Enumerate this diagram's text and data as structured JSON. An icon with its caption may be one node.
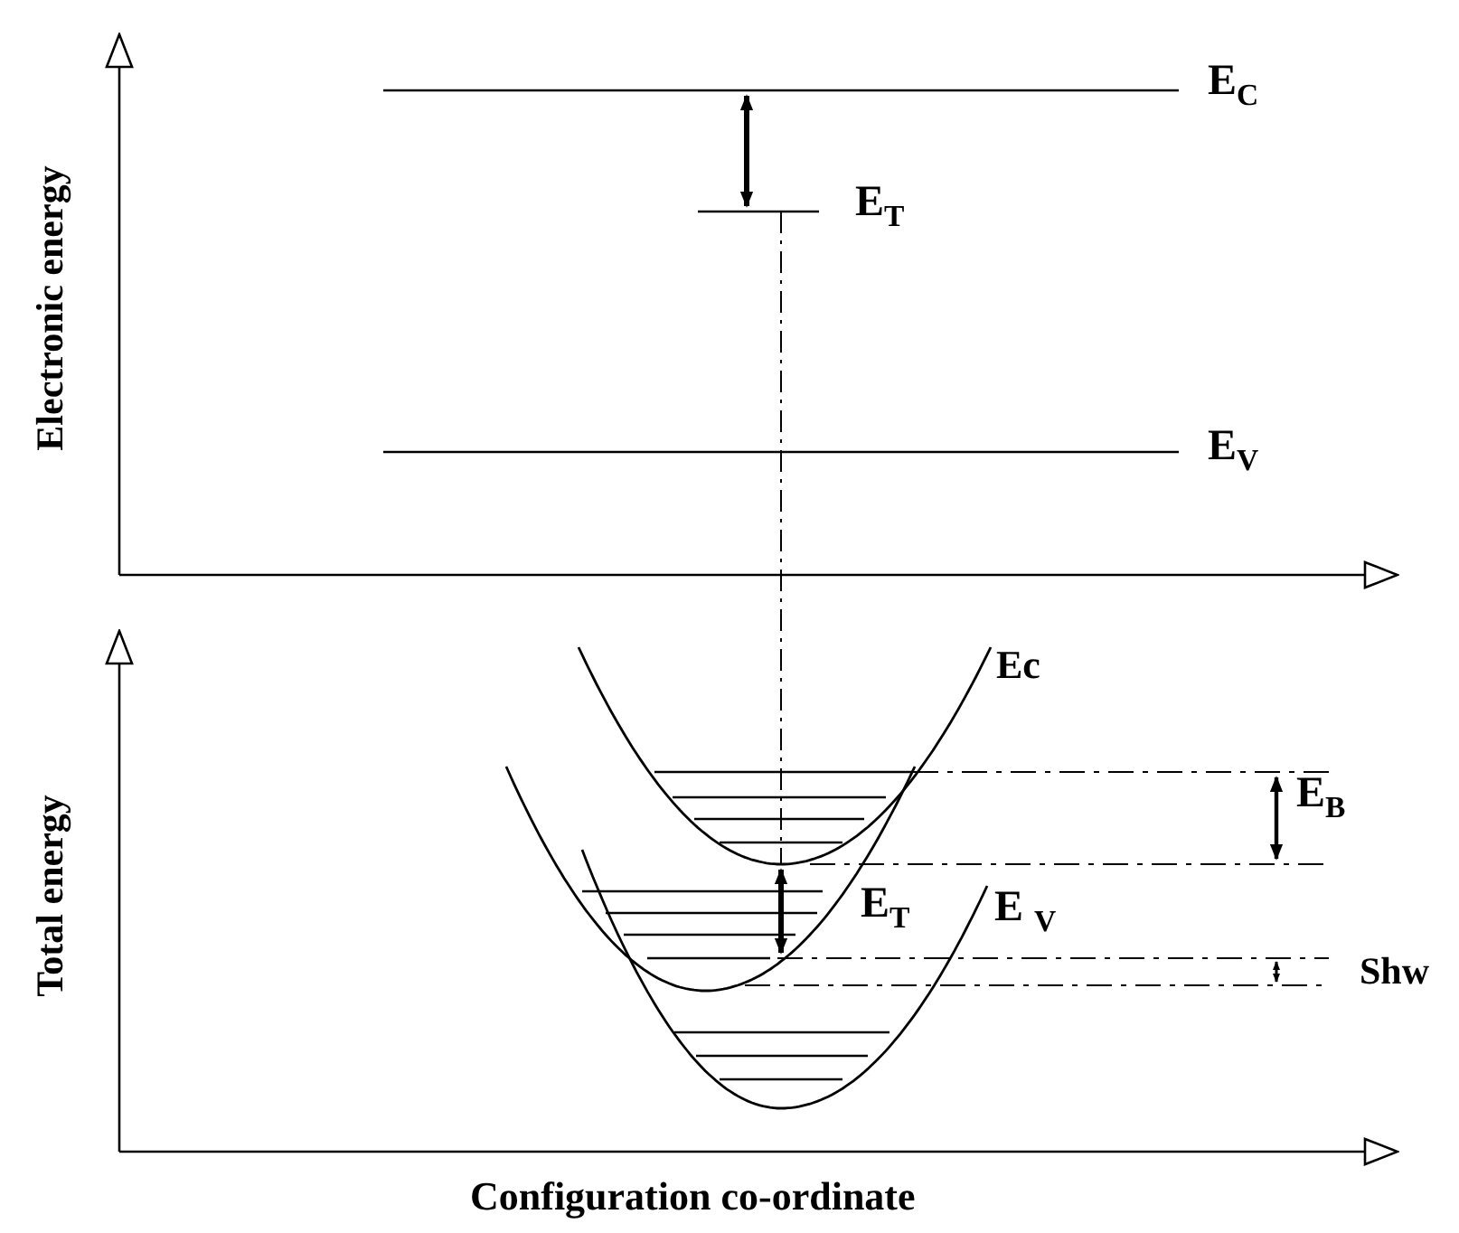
{
  "diagram": {
    "labels": [
      "E$_{C}$",
      "E$_{T}$",
      "Electronic energy",
      "E$_{V}$",
      "Ec",
      "Total energy",
      "E$_{B}$",
      "E$_{T}$",
      "E $_{V}$",
      "Shw",
      "Configuration co-ordinate"
    ]
  }
}
